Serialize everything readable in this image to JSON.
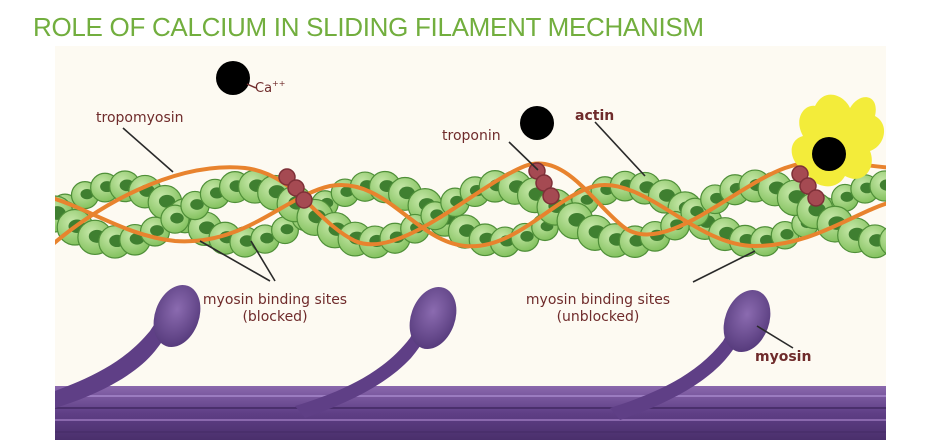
{
  "title": "ROLE OF CALCIUM IN SLIDING FILAMENT MECHANISM",
  "labels": {
    "calcium": "Ca",
    "calcium_charge": "++",
    "tropomyosin": "tropomyosin",
    "troponin": "troponin",
    "actin": "actin",
    "binding_blocked_line1": "myosin binding sites",
    "binding_blocked_line2": "(blocked)",
    "binding_unblocked_line1": "myosin binding sites",
    "binding_unblocked_line2": "(unblocked)",
    "myosin": "myosin"
  },
  "colors": {
    "title": "#72ae3e",
    "background": "#fdfaf2",
    "actin_fill": "#9ed27a",
    "actin_core": "#3f7f30",
    "tropomyosin": "#e8832e",
    "troponin": "#a54a52",
    "calcium": "#000000",
    "calcium_glow": "#f3ec3a",
    "myosin": "#6d4a93",
    "label_text": "#6f2b2b"
  }
}
